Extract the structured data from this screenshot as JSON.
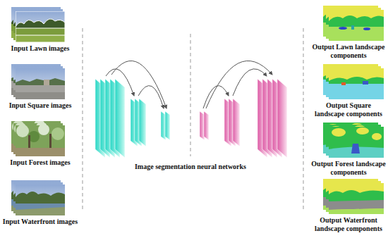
{
  "diagram": {
    "labels": [
      "Input Lawn images",
      "Input Square images",
      "Input Forest images",
      "Input Waterfront images",
      "Image segmentation neural networks",
      "Output Lawn landscape components",
      "Output Square landscape components",
      "Output Forest landscape components",
      "Output Waterfront landscape components"
    ]
  }
}
